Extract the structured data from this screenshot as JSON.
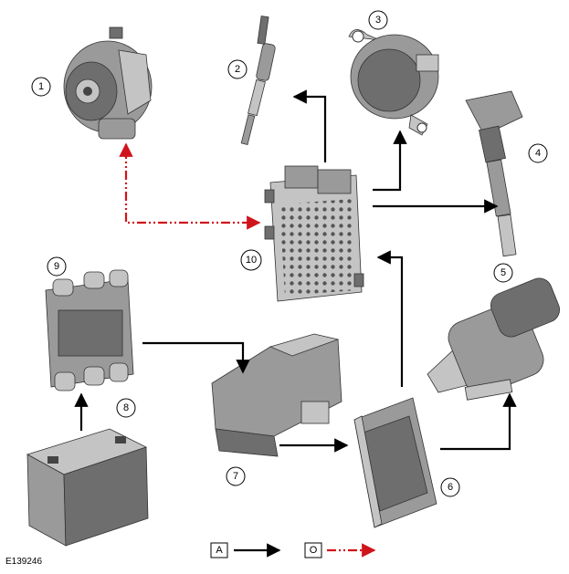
{
  "figure_ref": "E139246",
  "components": [
    {
      "number": "1"
    },
    {
      "number": "2"
    },
    {
      "number": "3"
    },
    {
      "number": "4"
    },
    {
      "number": "5"
    },
    {
      "number": "6"
    },
    {
      "number": "7"
    },
    {
      "number": "8"
    },
    {
      "number": "9"
    },
    {
      "number": "10"
    }
  ],
  "legend": {
    "a_label": "A",
    "o_label": "O"
  },
  "colors": {
    "arrow_a": "#000000",
    "arrow_o": "#d0141c"
  }
}
